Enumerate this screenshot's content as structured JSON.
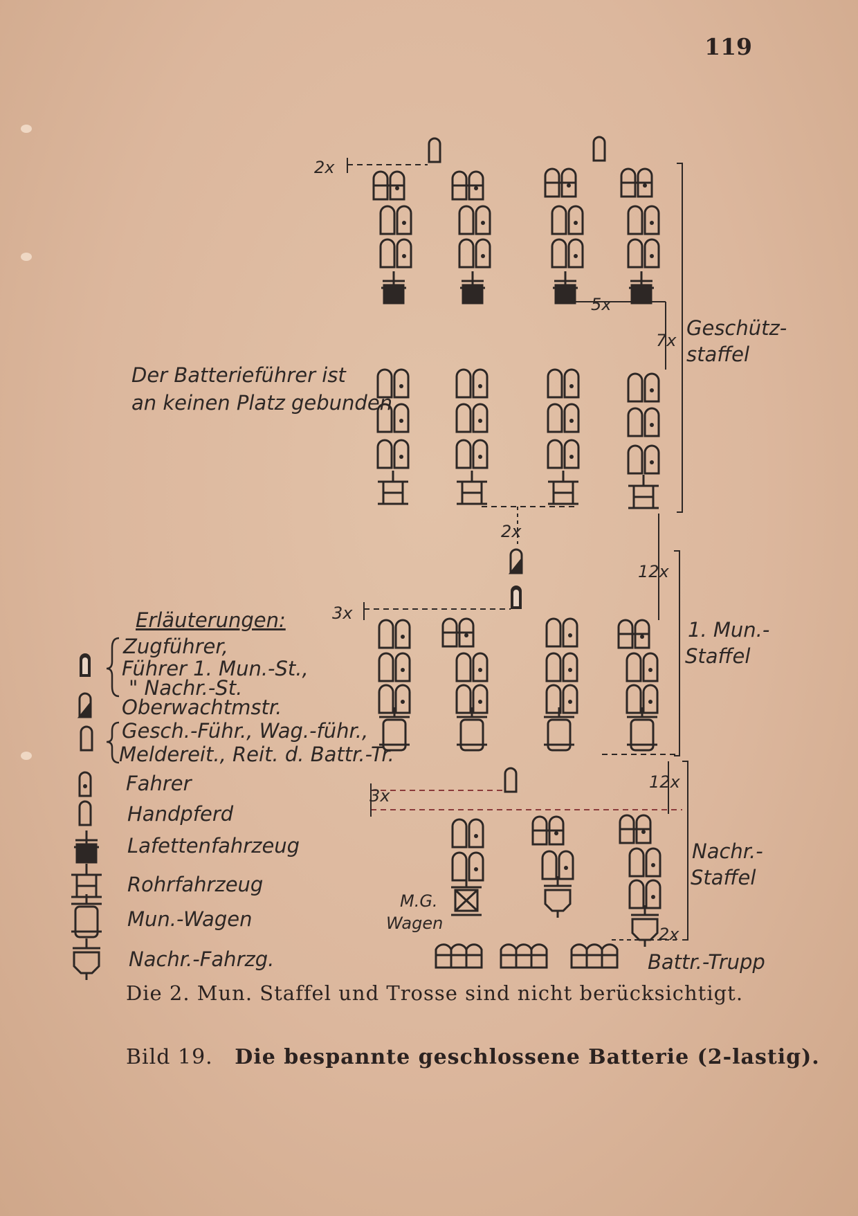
{
  "page_number": "119",
  "labels": {
    "free_text_line1": "Der Batterieführer ist",
    "free_text_line2": "an keinen Platz gebunden",
    "geschuetz_line1": "Geschütz-",
    "geschuetz_line2": "staffel",
    "mun_line1": "1. Mun.-",
    "mun_line2": "Staffel",
    "nachr_line1": "Nachr.-",
    "nachr_line2": "Staffel",
    "battr_trupp": "Battr.-Trupp",
    "mg_line1": "M.G.",
    "mg_line2": "Wagen"
  },
  "distances": {
    "d1": "2x",
    "d2": "5x",
    "d3": "7x",
    "d4": "2x",
    "d5": "12x",
    "d6": "3x",
    "d7": "12x",
    "d8": "3x",
    "d9": "2x"
  },
  "legend": {
    "title": "Erläuterungen:",
    "items": [
      {
        "icon": "zugfuehrer-icon",
        "lines": [
          "Zugführer,",
          "Führer 1. Mun.-St.,",
          "\"      Nachr.-St."
        ]
      },
      {
        "icon": "oberwachtmeister-icon",
        "lines": [
          "Oberwachtmstr."
        ]
      },
      {
        "icon": "geschuetzfuehrer-icon",
        "lines": [
          "Gesch.-Führ., Wag.-führ.,",
          "Meldereit., Reit. d. Battr.-Tr."
        ]
      },
      {
        "icon": "fahrer-icon",
        "lines": [
          "Fahrer"
        ]
      },
      {
        "icon": "handpferd-icon",
        "lines": [
          "Handpferd"
        ]
      },
      {
        "icon": "lafettenfahrzeug-icon",
        "lines": [
          "Lafettenfahrzeug"
        ]
      },
      {
        "icon": "rohrfahrzeug-icon",
        "lines": [
          "Rohrfahrzeug"
        ]
      },
      {
        "icon": "mun-wagen-icon",
        "lines": [
          "Mun.-Wagen"
        ]
      },
      {
        "icon": "nachrichtenfahrzeug-icon",
        "lines": [
          "Nachr.-Fahrzg."
        ]
      }
    ]
  },
  "note": "Die 2. Mun. Staffel und Trosse sind nicht berücksichtigt.",
  "caption": {
    "prefix": "Bild 19.",
    "title": "Die bespannte geschlossene Batterie (2-lastig)."
  }
}
